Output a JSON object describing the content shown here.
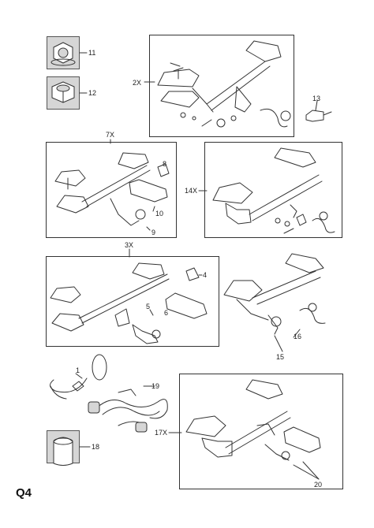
{
  "footer": {
    "code": "Q4"
  },
  "callouts": {
    "c11": "11",
    "c12": "12",
    "c2x": "2X",
    "c13": "13",
    "c7x": "7X",
    "c8": "8",
    "c10": "10",
    "c9": "9",
    "c14x": "14X",
    "c3x": "3X",
    "c4": "4",
    "c5": "5",
    "c6": "6",
    "c16": "16",
    "c15": "15",
    "c1": "1",
    "c19": "19",
    "c17x": "17X",
    "c18": "18",
    "c20": "20"
  },
  "colors": {
    "line": "#333333",
    "shade": "#d6d6d6",
    "dark": "#555555"
  }
}
